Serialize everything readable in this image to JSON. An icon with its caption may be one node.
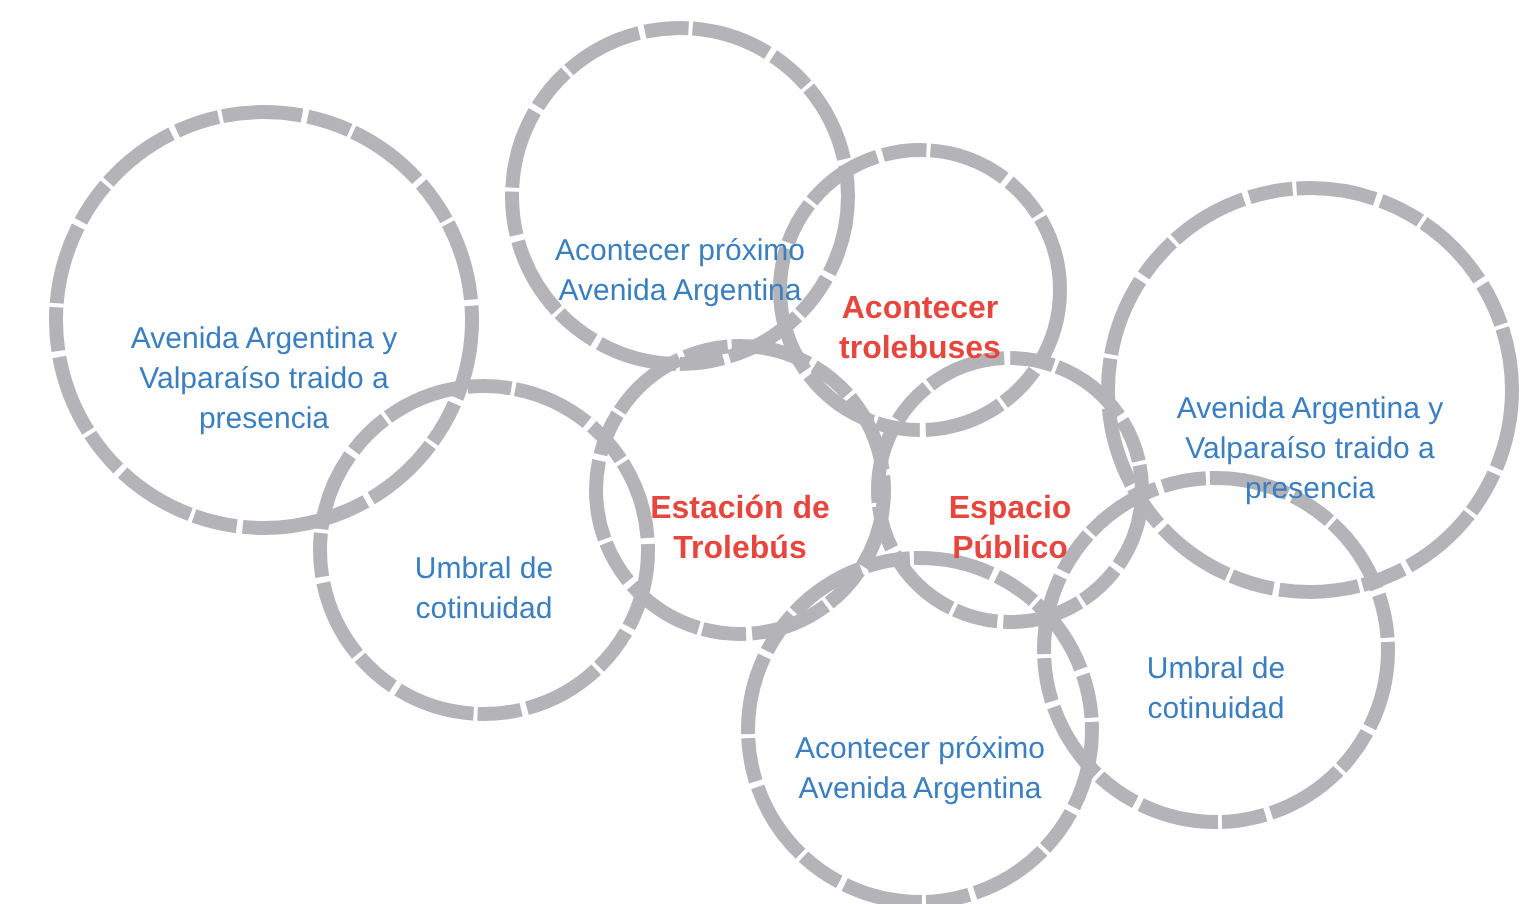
{
  "diagram": {
    "nodes": [
      {
        "text": [
          "Acontecer próximo Avenida Argentina"
        ]
      },
      {
        "text": [
          "Avenida Argentina y Valparaíso traido a presencia"
        ]
      },
      {
        "text": [
          "Acontecer trolebuses"
        ]
      },
      {
        "text": [
          "Avenida Argentina y Valparaíso traido a presencia"
        ]
      },
      {
        "text": [
          "Estación de Trolebús"
        ]
      },
      {
        "text": [
          "Espacio Público"
        ]
      },
      {
        "text": [
          "Umbral de cotinuidad"
        ]
      },
      {
        "text": [
          "Umbral de cotinuidad"
        ]
      },
      {
        "text": [
          "Acontecer próximo Avenida Argentina"
        ]
      }
    ]
  }
}
